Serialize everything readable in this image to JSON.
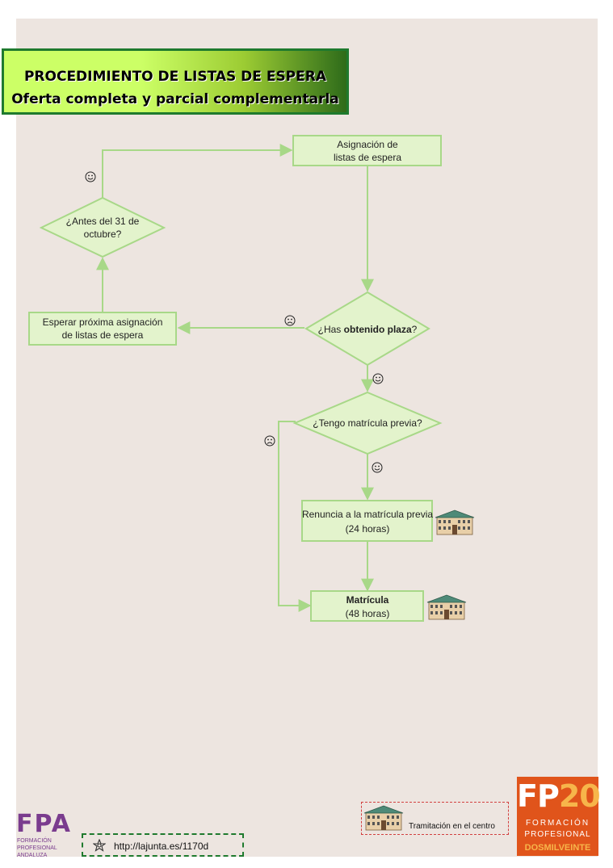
{
  "header": {
    "title_line1": "PROCEDIMIENTO DE LISTAS DE ESPERA",
    "title_line2": "Oferta completa y parcial complementarla"
  },
  "nodes": {
    "asignacion": {
      "line1": "Asignación de",
      "line2": "listas de espera"
    },
    "antes_31": {
      "line1": "¿Antes del 31 de",
      "line2": "octubre?"
    },
    "esperar": {
      "line1": "Esperar próxima asignación",
      "line2": "de listas de espera"
    },
    "obtenido": {
      "prefix": "¿Has ",
      "bold": "obtenido plaza",
      "suffix": "?"
    },
    "tengo_matricula": {
      "line1": "¿Tengo matrícula previa?"
    },
    "renuncia": {
      "line1": "Renuncia a la matrícula previa",
      "line2": "(24 horas)"
    },
    "matricula": {
      "line1": "Matrícula",
      "line2": "(48 horas)"
    }
  },
  "icons": {
    "happy": "happy-face-icon",
    "sad": "sad-face-icon",
    "building": "building-icon"
  },
  "footer": {
    "fpa_mark": "FPA",
    "fpa_sub1": "FORMACIÓN",
    "fpa_sub2": "PROFESIONAL",
    "fpa_sub3": "ANDALUZA",
    "url": "http://lajunta.es/1170d",
    "legend": "Tramitación en el centro",
    "fp20_fp": "FP",
    "fp20_num": "20",
    "fp20_l1": "FORMACIÓN",
    "fp20_l2": "PROFESIONAL",
    "fp20_l3": "DOSMILVEINTE"
  },
  "colors": {
    "node_fill": "#e3f3cc",
    "node_stroke": "#a8d888",
    "arrow": "#a8d888",
    "title_border": "#1f7a2e",
    "fp20_bg": "#e0541b",
    "fpa_purple": "#7a3c8e"
  }
}
